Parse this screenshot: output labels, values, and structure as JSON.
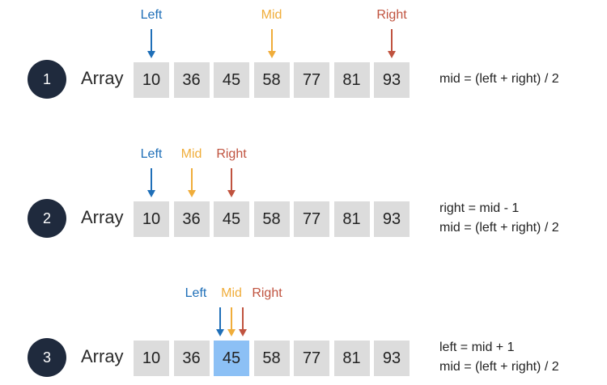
{
  "colors": {
    "left": "#1f6fb8",
    "mid": "#f0ad3a",
    "right": "#c0533f",
    "badge": "#1f2a3d",
    "cell": "#dcdcdc",
    "cell_highlight": "#8cc0f5"
  },
  "steps": [
    {
      "number": "1",
      "array_label": "Array",
      "values": [
        "10",
        "36",
        "45",
        "58",
        "77",
        "81",
        "93"
      ],
      "highlight_index": null,
      "pointers": {
        "left": {
          "label": "Left",
          "index": 0
        },
        "mid": {
          "label": "Mid",
          "index": 3
        },
        "right": {
          "label": "Right",
          "index": 6
        }
      },
      "formulas": [
        "mid = (left + right) / 2"
      ]
    },
    {
      "number": "2",
      "array_label": "Array",
      "values": [
        "10",
        "36",
        "45",
        "58",
        "77",
        "81",
        "93"
      ],
      "highlight_index": null,
      "pointers": {
        "left": {
          "label": "Left",
          "index": 0
        },
        "mid": {
          "label": "Mid",
          "index": 1
        },
        "right": {
          "label": "Right",
          "index": 2
        }
      },
      "formulas": [
        "right = mid - 1",
        "mid = (left + right) / 2"
      ]
    },
    {
      "number": "3",
      "array_label": "Array",
      "values": [
        "10",
        "36",
        "45",
        "58",
        "77",
        "81",
        "93"
      ],
      "highlight_index": 2,
      "pointers": {
        "left": {
          "label": "Left",
          "index": 2
        },
        "mid": {
          "label": "Mid",
          "index": 2
        },
        "right": {
          "label": "Right",
          "index": 2
        }
      },
      "formulas": [
        "left = mid + 1",
        "mid = (left + right) / 2"
      ]
    }
  ]
}
